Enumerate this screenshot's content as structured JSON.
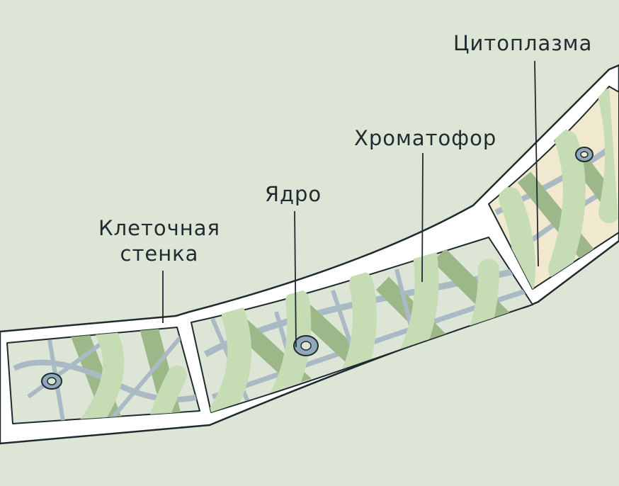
{
  "labels": {
    "cell_wall_line1": "Клеточная",
    "cell_wall_line2": "стенка",
    "nucleus": "Ядро",
    "chromatophore": "Хроматофор",
    "cytoplasm": "Цитоплазма"
  },
  "colors": {
    "background": "#dde5d7",
    "cell_wall": "#ffffff",
    "outline": "#1f2b2f",
    "chromatophore_light": "#c6dcb5",
    "chromatophore_dark": "#9cb889",
    "cytoplasm_strands": "#a9bac4",
    "cytoplasm_fill": "#f1e9cf",
    "nucleus": "#8fa9b8"
  }
}
